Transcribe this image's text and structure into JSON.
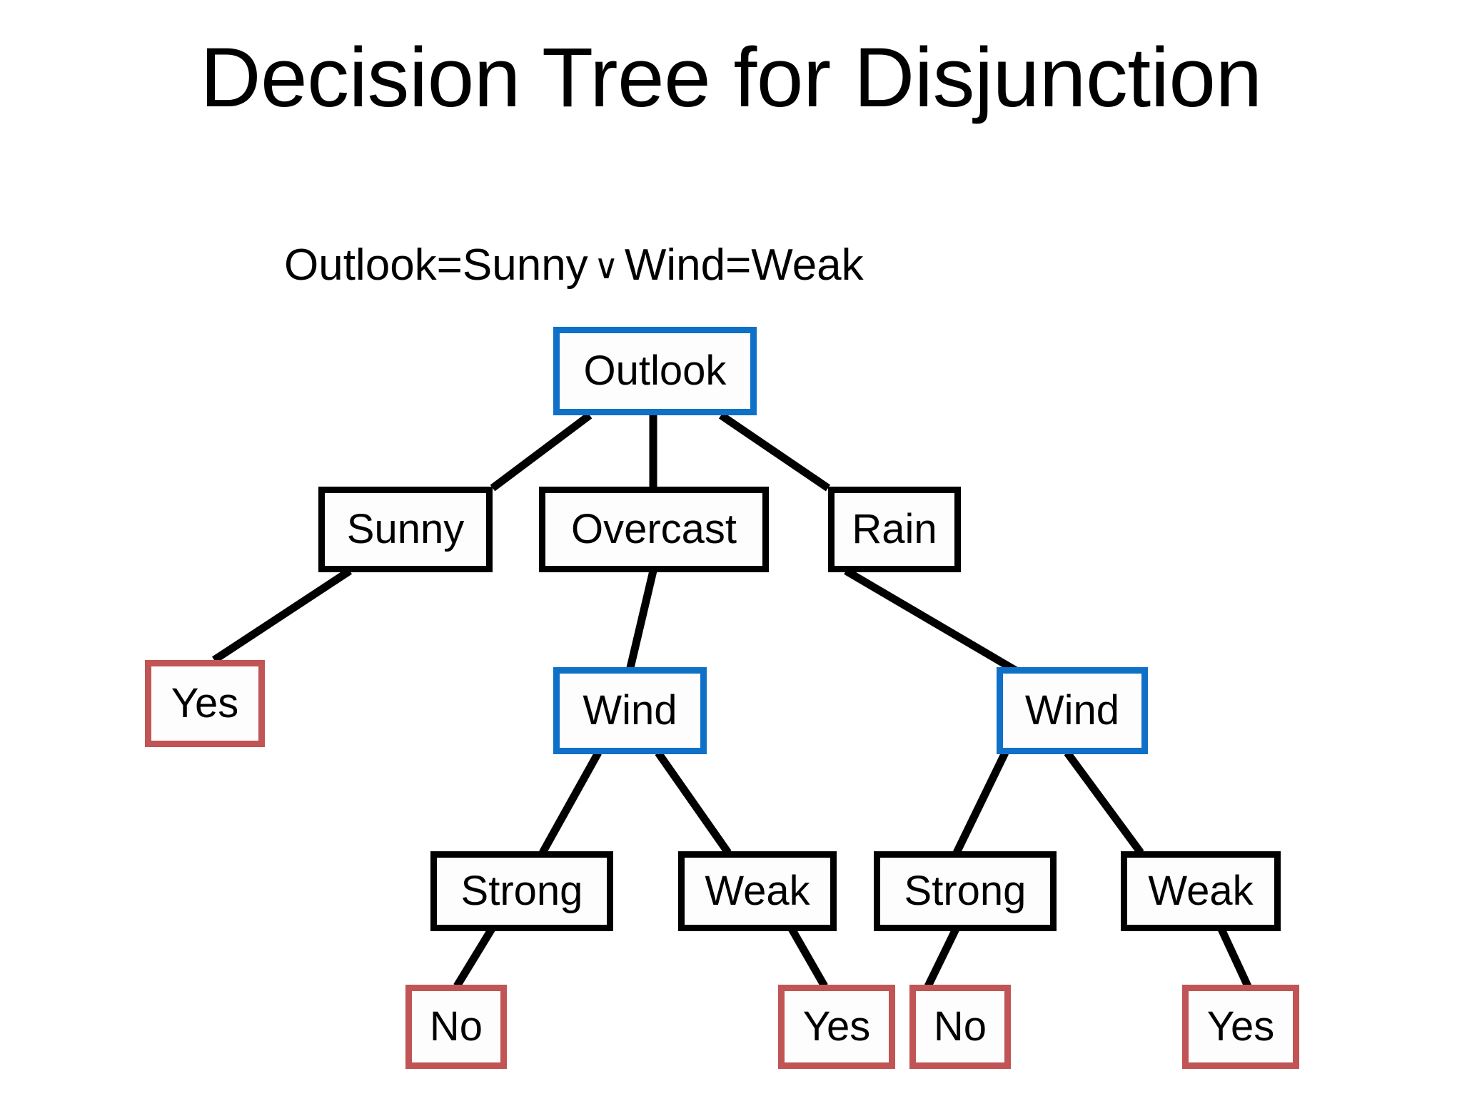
{
  "slide": {
    "title": "Decision Tree for Disjunction",
    "subtitle": {
      "left": "Outlook=Sunny",
      "operator": "∨",
      "right": "Wind=Weak",
      "full": "Outlook=Sunny ∨ Wind=Weak"
    },
    "background_color": "#ffffff"
  },
  "colors": {
    "decision_border": "#0f70c8",
    "branch_border": "#000000",
    "leaf_border": "#c15454",
    "edge": "#000000",
    "text": "#000000",
    "node_fill": "#fdfdfd"
  },
  "chart_data": {
    "type": "diagram",
    "diagram_kind": "decision-tree",
    "title": "Decision Tree for Disjunction",
    "expression": "Outlook=Sunny ∨ Wind=Weak",
    "nodes": [
      {
        "id": "root",
        "label": "Outlook",
        "kind": "decision"
      },
      {
        "id": "b-sunny",
        "label": "Sunny",
        "kind": "branch"
      },
      {
        "id": "b-overcast",
        "label": "Overcast",
        "kind": "branch"
      },
      {
        "id": "b-rain",
        "label": "Rain",
        "kind": "branch"
      },
      {
        "id": "leaf-yes-1",
        "label": "Yes",
        "kind": "leaf"
      },
      {
        "id": "wind-l",
        "label": "Wind",
        "kind": "decision"
      },
      {
        "id": "wind-r",
        "label": "Wind",
        "kind": "decision"
      },
      {
        "id": "b-strong-l",
        "label": "Strong",
        "kind": "branch"
      },
      {
        "id": "b-weak-l",
        "label": "Weak",
        "kind": "branch"
      },
      {
        "id": "b-strong-r",
        "label": "Strong",
        "kind": "branch"
      },
      {
        "id": "b-weak-r",
        "label": "Weak",
        "kind": "branch"
      },
      {
        "id": "leaf-no-1",
        "label": "No",
        "kind": "leaf"
      },
      {
        "id": "leaf-yes-2",
        "label": "Yes",
        "kind": "leaf"
      },
      {
        "id": "leaf-no-2",
        "label": "No",
        "kind": "leaf"
      },
      {
        "id": "leaf-yes-3",
        "label": "Yes",
        "kind": "leaf"
      }
    ],
    "edges": [
      {
        "from": "root",
        "to": "b-sunny"
      },
      {
        "from": "root",
        "to": "b-overcast"
      },
      {
        "from": "root",
        "to": "b-rain"
      },
      {
        "from": "b-sunny",
        "to": "leaf-yes-1"
      },
      {
        "from": "b-overcast",
        "to": "wind-l"
      },
      {
        "from": "b-rain",
        "to": "wind-r"
      },
      {
        "from": "wind-l",
        "to": "b-strong-l"
      },
      {
        "from": "wind-l",
        "to": "b-weak-l"
      },
      {
        "from": "wind-r",
        "to": "b-strong-r"
      },
      {
        "from": "wind-r",
        "to": "b-weak-r"
      },
      {
        "from": "b-strong-l",
        "to": "leaf-no-1"
      },
      {
        "from": "b-weak-l",
        "to": "leaf-yes-2"
      },
      {
        "from": "b-strong-r",
        "to": "leaf-no-2"
      },
      {
        "from": "b-weak-r",
        "to": "leaf-yes-3"
      }
    ]
  },
  "nodes": {
    "root": {
      "label": "Outlook"
    },
    "b_sunny": {
      "label": "Sunny"
    },
    "b_overcast": {
      "label": "Overcast"
    },
    "b_rain": {
      "label": "Rain"
    },
    "leaf_yes_1": {
      "label": "Yes"
    },
    "wind_left": {
      "label": "Wind"
    },
    "wind_right": {
      "label": "Wind"
    },
    "b_strong_l": {
      "label": "Strong"
    },
    "b_weak_l": {
      "label": "Weak"
    },
    "b_strong_r": {
      "label": "Strong"
    },
    "b_weak_r": {
      "label": "Weak"
    },
    "leaf_no_1": {
      "label": "No"
    },
    "leaf_yes_2": {
      "label": "Yes"
    },
    "leaf_no_2": {
      "label": "No"
    },
    "leaf_yes_3": {
      "label": "Yes"
    }
  }
}
